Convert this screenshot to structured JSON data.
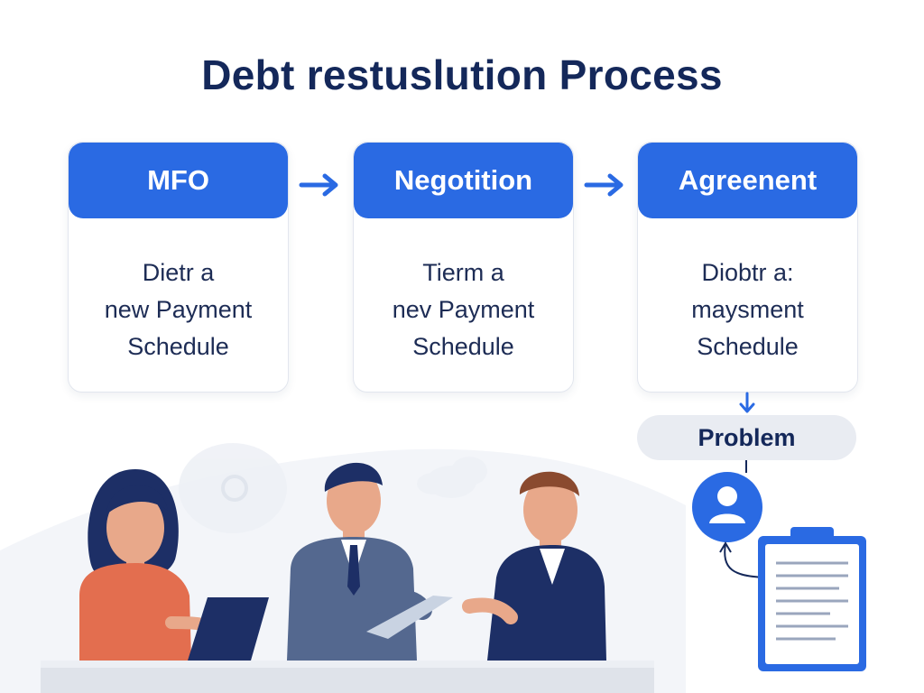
{
  "title": "Debt restuslution Process",
  "steps": [
    {
      "label": "MFO",
      "lines": [
        "Dietr a",
        "new Payment",
        "Schedule"
      ]
    },
    {
      "label": "Negotition",
      "lines": [
        "Tierm a",
        "nev Payment",
        "Schedule"
      ]
    },
    {
      "label": "Agreenent",
      "lines": [
        "Diobtr a:",
        "maysment",
        "Schedule"
      ]
    }
  ],
  "problem": {
    "label": "Problem"
  },
  "colors": {
    "accent": "#2a6ae3",
    "title": "#14285a",
    "pill": "#e9ecf2"
  },
  "icons": [
    "arrow-right-icon",
    "arrow-down-icon",
    "user-icon",
    "clipboard-icon"
  ]
}
